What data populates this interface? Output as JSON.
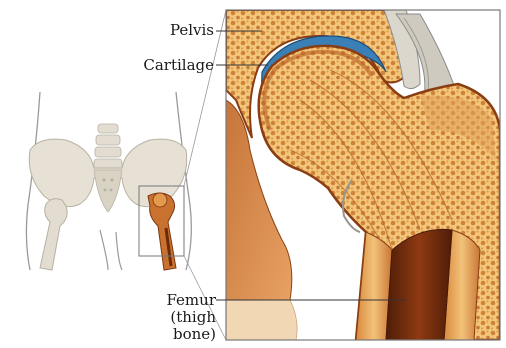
{
  "labels": {
    "pelvis": "Pelvis",
    "cartilage": "Cartilage",
    "femur": [
      "Femur",
      "(thigh",
      "bone)"
    ]
  },
  "colors": {
    "bone_light": "#f4c97a",
    "bone_mid": "#d98a3a",
    "bone_dark": "#8a3d12",
    "marrow": "#6e2a0e",
    "cartilage": "#3a7fb5",
    "skeleton": "#e6e2d6",
    "leader": "#333333",
    "frame": "#777777"
  }
}
